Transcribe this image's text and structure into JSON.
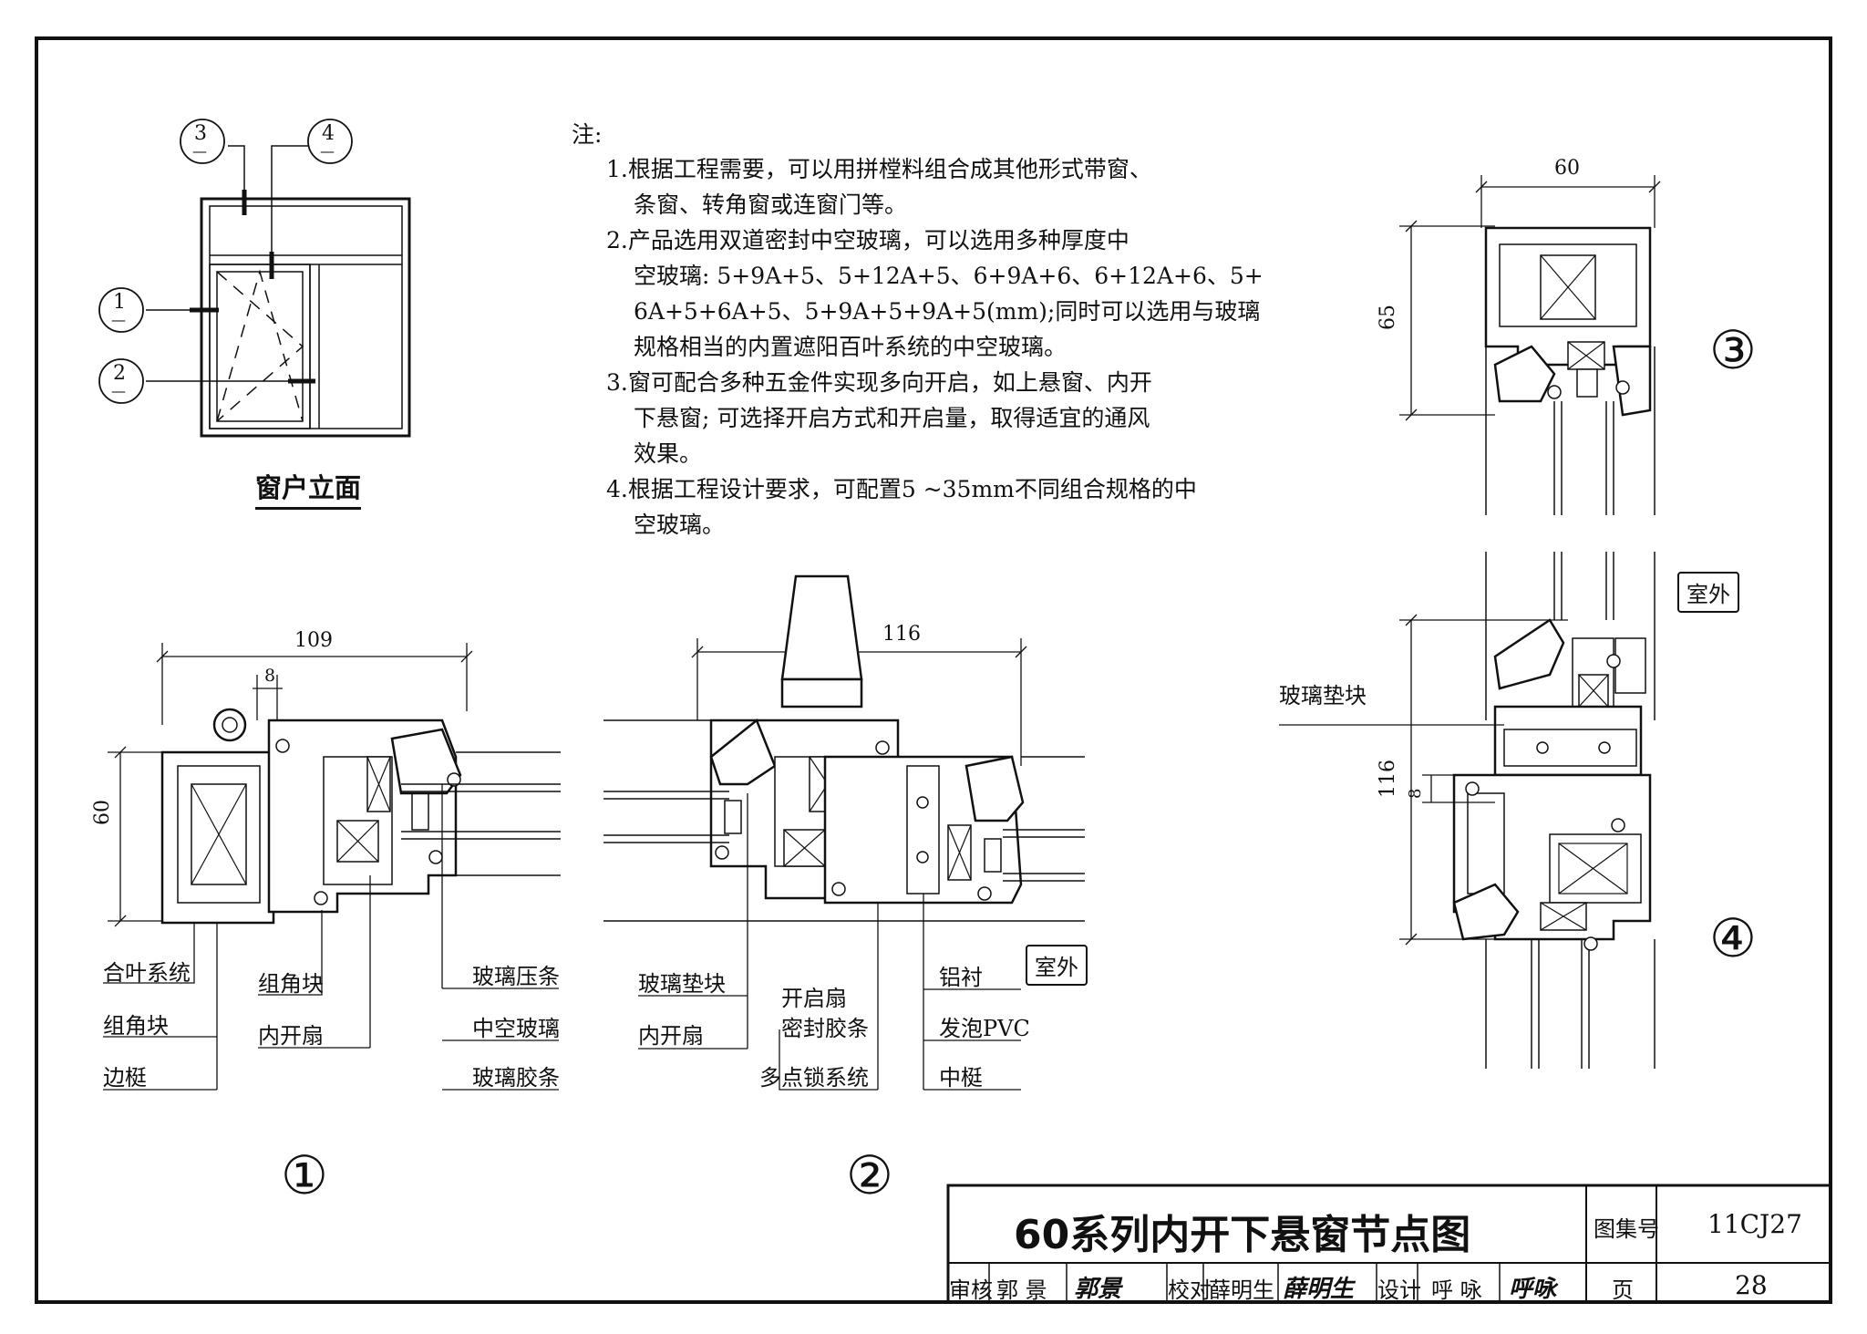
{
  "notes": {
    "heading": "注:",
    "lines": [
      "1.根据工程需要，可以用拼樘料组合成其他形式带窗、",
      "条窗、转角窗或连窗门等。",
      "2.产品选用双道密封中空玻璃，可以选用多种厚度中",
      "空玻璃: 5+9A+5、5+12A+5、6+9A+6、6+12A+6、5+",
      "6A+5+6A+5、5+9A+5+9A+5(mm);同时可以选用与玻璃",
      "规格相当的内置遮阳百叶系统的中空玻璃。",
      "3.窗可配合多种五金件实现多向开启，如上悬窗、内开",
      "下悬窗; 可选择开启方式和开启量，取得适宜的通风",
      "效果。",
      "4.根据工程设计要求，可配置5 ~35mm不同组合规格的中",
      "空玻璃。"
    ]
  },
  "elevation": {
    "title": "窗户立面",
    "callouts": [
      {
        "num": "3",
        "sub": "—"
      },
      {
        "num": "4",
        "sub": "—"
      },
      {
        "num": "1",
        "sub": "—"
      },
      {
        "num": "2",
        "sub": "—"
      }
    ]
  },
  "section1": {
    "dims": {
      "width": "109",
      "small": "8",
      "height": "60"
    },
    "labels": {
      "a1": "合叶系统",
      "a2": "组角块",
      "a3": "边梃",
      "b1": "组角块",
      "b2": "内开扇",
      "c1": "玻璃压条",
      "c2": "中空玻璃",
      "c3": "玻璃胶条"
    },
    "marker": "①"
  },
  "section2": {
    "dims": {
      "width": "116"
    },
    "labels": {
      "a1": "玻璃垫块",
      "a2": "内开扇",
      "b1": "开启扇",
      "b2": "密封胶条",
      "b3": "多点锁系统",
      "c1": "铝衬",
      "c2": "发泡PVC",
      "c3": "中梃"
    },
    "outdoor": "室外",
    "marker": "②"
  },
  "section3": {
    "dims": {
      "width": "60",
      "height": "65"
    },
    "marker": "③"
  },
  "section4": {
    "dims": {
      "height": "116",
      "small": "8"
    },
    "labels": {
      "glass_block": "玻璃垫块"
    },
    "outdoor": "室外",
    "marker": "④"
  },
  "title_block": {
    "title": "60系列内开下悬窗节点图",
    "atlas_label": "图集号",
    "atlas_no": "11CJ27",
    "review_label": "审核",
    "reviewer": "郭 景",
    "review_sign": "郭景",
    "check_label": "校对",
    "checker": "薛明生",
    "check_sign": "薛明生",
    "design_label": "设计",
    "designer": "呼 咏",
    "design_sign": "呼咏",
    "page_label": "页",
    "page_no": "28"
  }
}
